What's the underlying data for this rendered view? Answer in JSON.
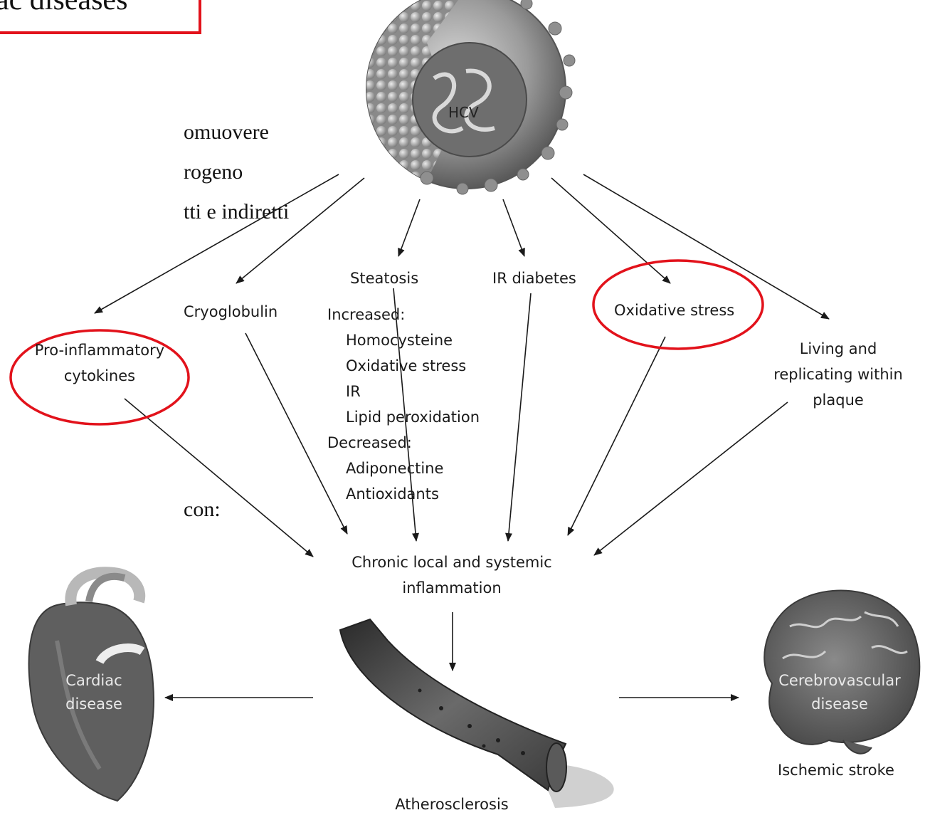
{
  "slide": {
    "title_fragment": "ac diseases",
    "text_lines": [
      "omuovere",
      "rogeno",
      "tti e indiretti"
    ],
    "con_fragment": "con:"
  },
  "diagram": {
    "virus_label": "HCV",
    "nodes": {
      "cytokines": [
        "Pro-inflammatory",
        "cytokines"
      ],
      "cryoglobulin": "Cryoglobulin",
      "steatosis": "Steatosis",
      "steatosis_details": {
        "increased_header": "Increased:",
        "increased": [
          "Homocysteine",
          "Oxidative stress",
          "IR",
          "Lipid peroxidation"
        ],
        "decreased_header": "Decreased:",
        "decreased": [
          "Adiponectine",
          "Antioxidants"
        ]
      },
      "ir_diabetes": "IR diabetes",
      "oxidative_stress": "Oxidative stress",
      "plaque": [
        "Living and",
        "replicating within",
        "plaque"
      ],
      "inflammation": [
        "Chronic local and systemic",
        "inflammation"
      ],
      "cardiac": [
        "Cardiac",
        "disease"
      ],
      "atherosclerosis": "Atherosclerosis",
      "cerebrovascular": [
        "Cerebrovascular",
        "disease"
      ],
      "ischemic_stroke": "Ischemic stroke"
    },
    "highlight_color": "#e2121b"
  }
}
